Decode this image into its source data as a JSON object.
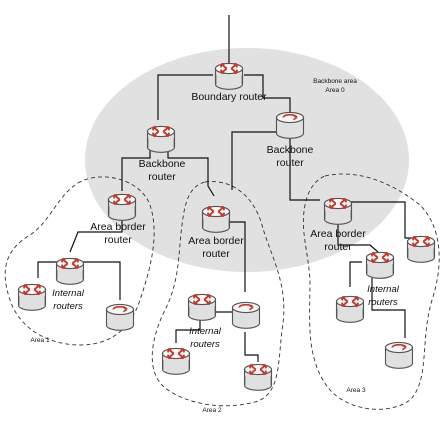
{
  "labels": {
    "boundary_router": "Boundary router",
    "backbone_area_line1": "Backbone area",
    "backbone_area_line2": "Area 0",
    "backbone_router_left_l1": "Backbone",
    "backbone_router_left_l2": "router",
    "backbone_router_right_l1": "Backbone",
    "backbone_router_right_l2": "router",
    "abr1_l1": "Area border",
    "abr1_l2": "router",
    "abr2_l1": "Area border",
    "abr2_l2": "router",
    "abr3_l1": "Area border",
    "abr3_l2": "router",
    "internal1_l1": "Internal",
    "internal1_l2": "routers",
    "internal2_l1": "Internal",
    "internal2_l2": "routers",
    "internal3_l1": "Internal",
    "internal3_l2": "routers",
    "area1": "Area 1",
    "area2": "Area 2",
    "area3": "Area 3"
  },
  "colors": {
    "backbone_fill": "#e1e1e1",
    "router_body": "#e8e8e8",
    "router_top": "#f4f4f4",
    "router_stroke": "#555555",
    "router_arrow": "#c0392b",
    "line": "#111111"
  },
  "icons": {
    "router": "router-icon"
  }
}
